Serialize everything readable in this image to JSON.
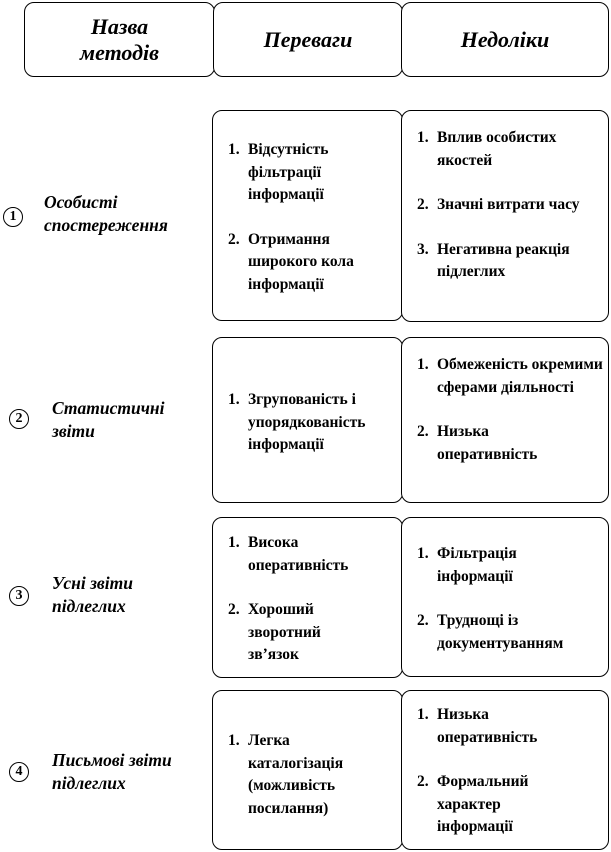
{
  "header": {
    "name": "Назва методів",
    "advantages": "Переваги",
    "disadvantages": "Недоліки"
  },
  "methods": [
    {
      "number": "1",
      "name": "Особисті спостереження",
      "advantages": [
        {
          "n": "1.",
          "text": "Відсутність фільтрації інформації"
        },
        {
          "n": "2.",
          "text": "Отримання широкого кола інформації"
        }
      ],
      "disadvantages": [
        {
          "n": "1.",
          "text": "Вплив особистих якостей"
        },
        {
          "n": "2.",
          "text": "Значні витрати часу"
        },
        {
          "n": "3.",
          "text": "Негативна реакція підлеглих"
        }
      ]
    },
    {
      "number": "2",
      "name": "Статистичні звіти",
      "advantages": [
        {
          "n": "1.",
          "text": "Згрупованість і упорядкованість інформації"
        }
      ],
      "disadvantages": [
        {
          "n": "1.",
          "text": "Обмеженість окремими сферами діяльності"
        },
        {
          "n": "2.",
          "text": "Низька оперативність"
        }
      ]
    },
    {
      "number": "3",
      "name": "Усні звіти підлеглих",
      "advantages": [
        {
          "n": "1.",
          "text": "Висока оперативність"
        },
        {
          "n": "2.",
          "text": "Хороший зворотний зв’язок"
        }
      ],
      "disadvantages": [
        {
          "n": "1.",
          "text": "Фільтрація інформації"
        },
        {
          "n": "2.",
          "text": "Труднощі із документуванням"
        }
      ]
    },
    {
      "number": "4",
      "name": "Письмові звіти підлеглих",
      "advantages": [
        {
          "n": "1.",
          "text": "Легка каталогізація (можливість посилання)"
        }
      ],
      "disadvantages": [
        {
          "n": "1.",
          "text": "Низька оперативність"
        },
        {
          "n": "2.",
          "text": "Формальний характер інформації"
        }
      ]
    }
  ]
}
